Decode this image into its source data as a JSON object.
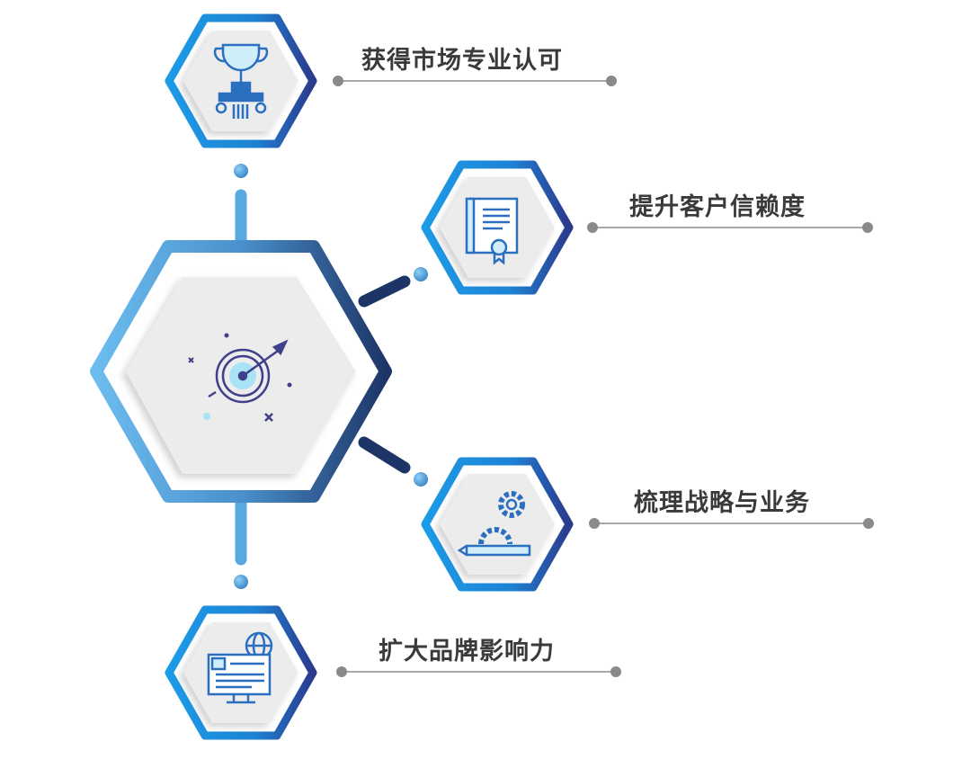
{
  "center": {
    "icon": "target-arrow-icon"
  },
  "items": [
    {
      "label": "获得市场专业认可",
      "icon": "trophy-icon"
    },
    {
      "label": "提升客户信赖度",
      "icon": "certificate-icon"
    },
    {
      "label": "梳理战略与业务",
      "icon": "gear-pencil-icon"
    },
    {
      "label": "扩大品牌影响力",
      "icon": "monitor-globe-icon"
    }
  ],
  "colors": {
    "ring_light": "#6cbcef",
    "ring_dark": "#1d3566",
    "small_ring_light": "#1c9be6",
    "small_ring_dark": "#2c3a8c",
    "hex_fill": "#ececec",
    "text": "#3a3a3a",
    "line": "#8a8a8a"
  }
}
